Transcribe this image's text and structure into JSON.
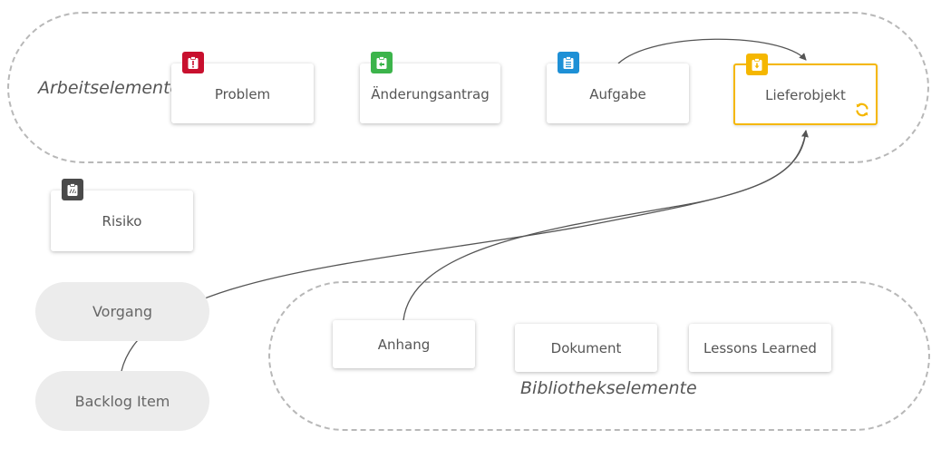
{
  "groups": {
    "work_label": "Arbeitselemente",
    "library_label": "Bibliothekselemente"
  },
  "cards": {
    "problem": {
      "label": "Problem",
      "icon": "clipboard-alert-icon",
      "color": "#c8102e"
    },
    "change_request": {
      "label": "Änderungsantrag",
      "icon": "clipboard-plus-icon",
      "color": "#3cb44b"
    },
    "task": {
      "label": "Aufgabe",
      "icon": "clipboard-list-icon",
      "color": "#1e90d6"
    },
    "deliverable": {
      "label": "Lieferobjekt",
      "icon": "clipboard-download-icon",
      "color": "#f5b700",
      "selected": true,
      "status_icon": "refresh-icon"
    },
    "risk": {
      "label": "Risiko",
      "icon": "clipboard-risk-icon",
      "color": "#4a4a4a"
    },
    "attachment": {
      "label": "Anhang"
    },
    "document": {
      "label": "Dokument"
    },
    "lessons_learned": {
      "label": "Lessons Learned"
    }
  },
  "pills": {
    "vorgang": {
      "label": "Vorgang"
    },
    "backlog_item": {
      "label": "Backlog Item"
    }
  },
  "connectors": [
    {
      "from": "Aufgabe",
      "to": "Lieferobjekt"
    },
    {
      "from": "Backlog Item",
      "to": "Lieferobjekt"
    },
    {
      "from": "Anhang",
      "to": "Lieferobjekt"
    }
  ]
}
